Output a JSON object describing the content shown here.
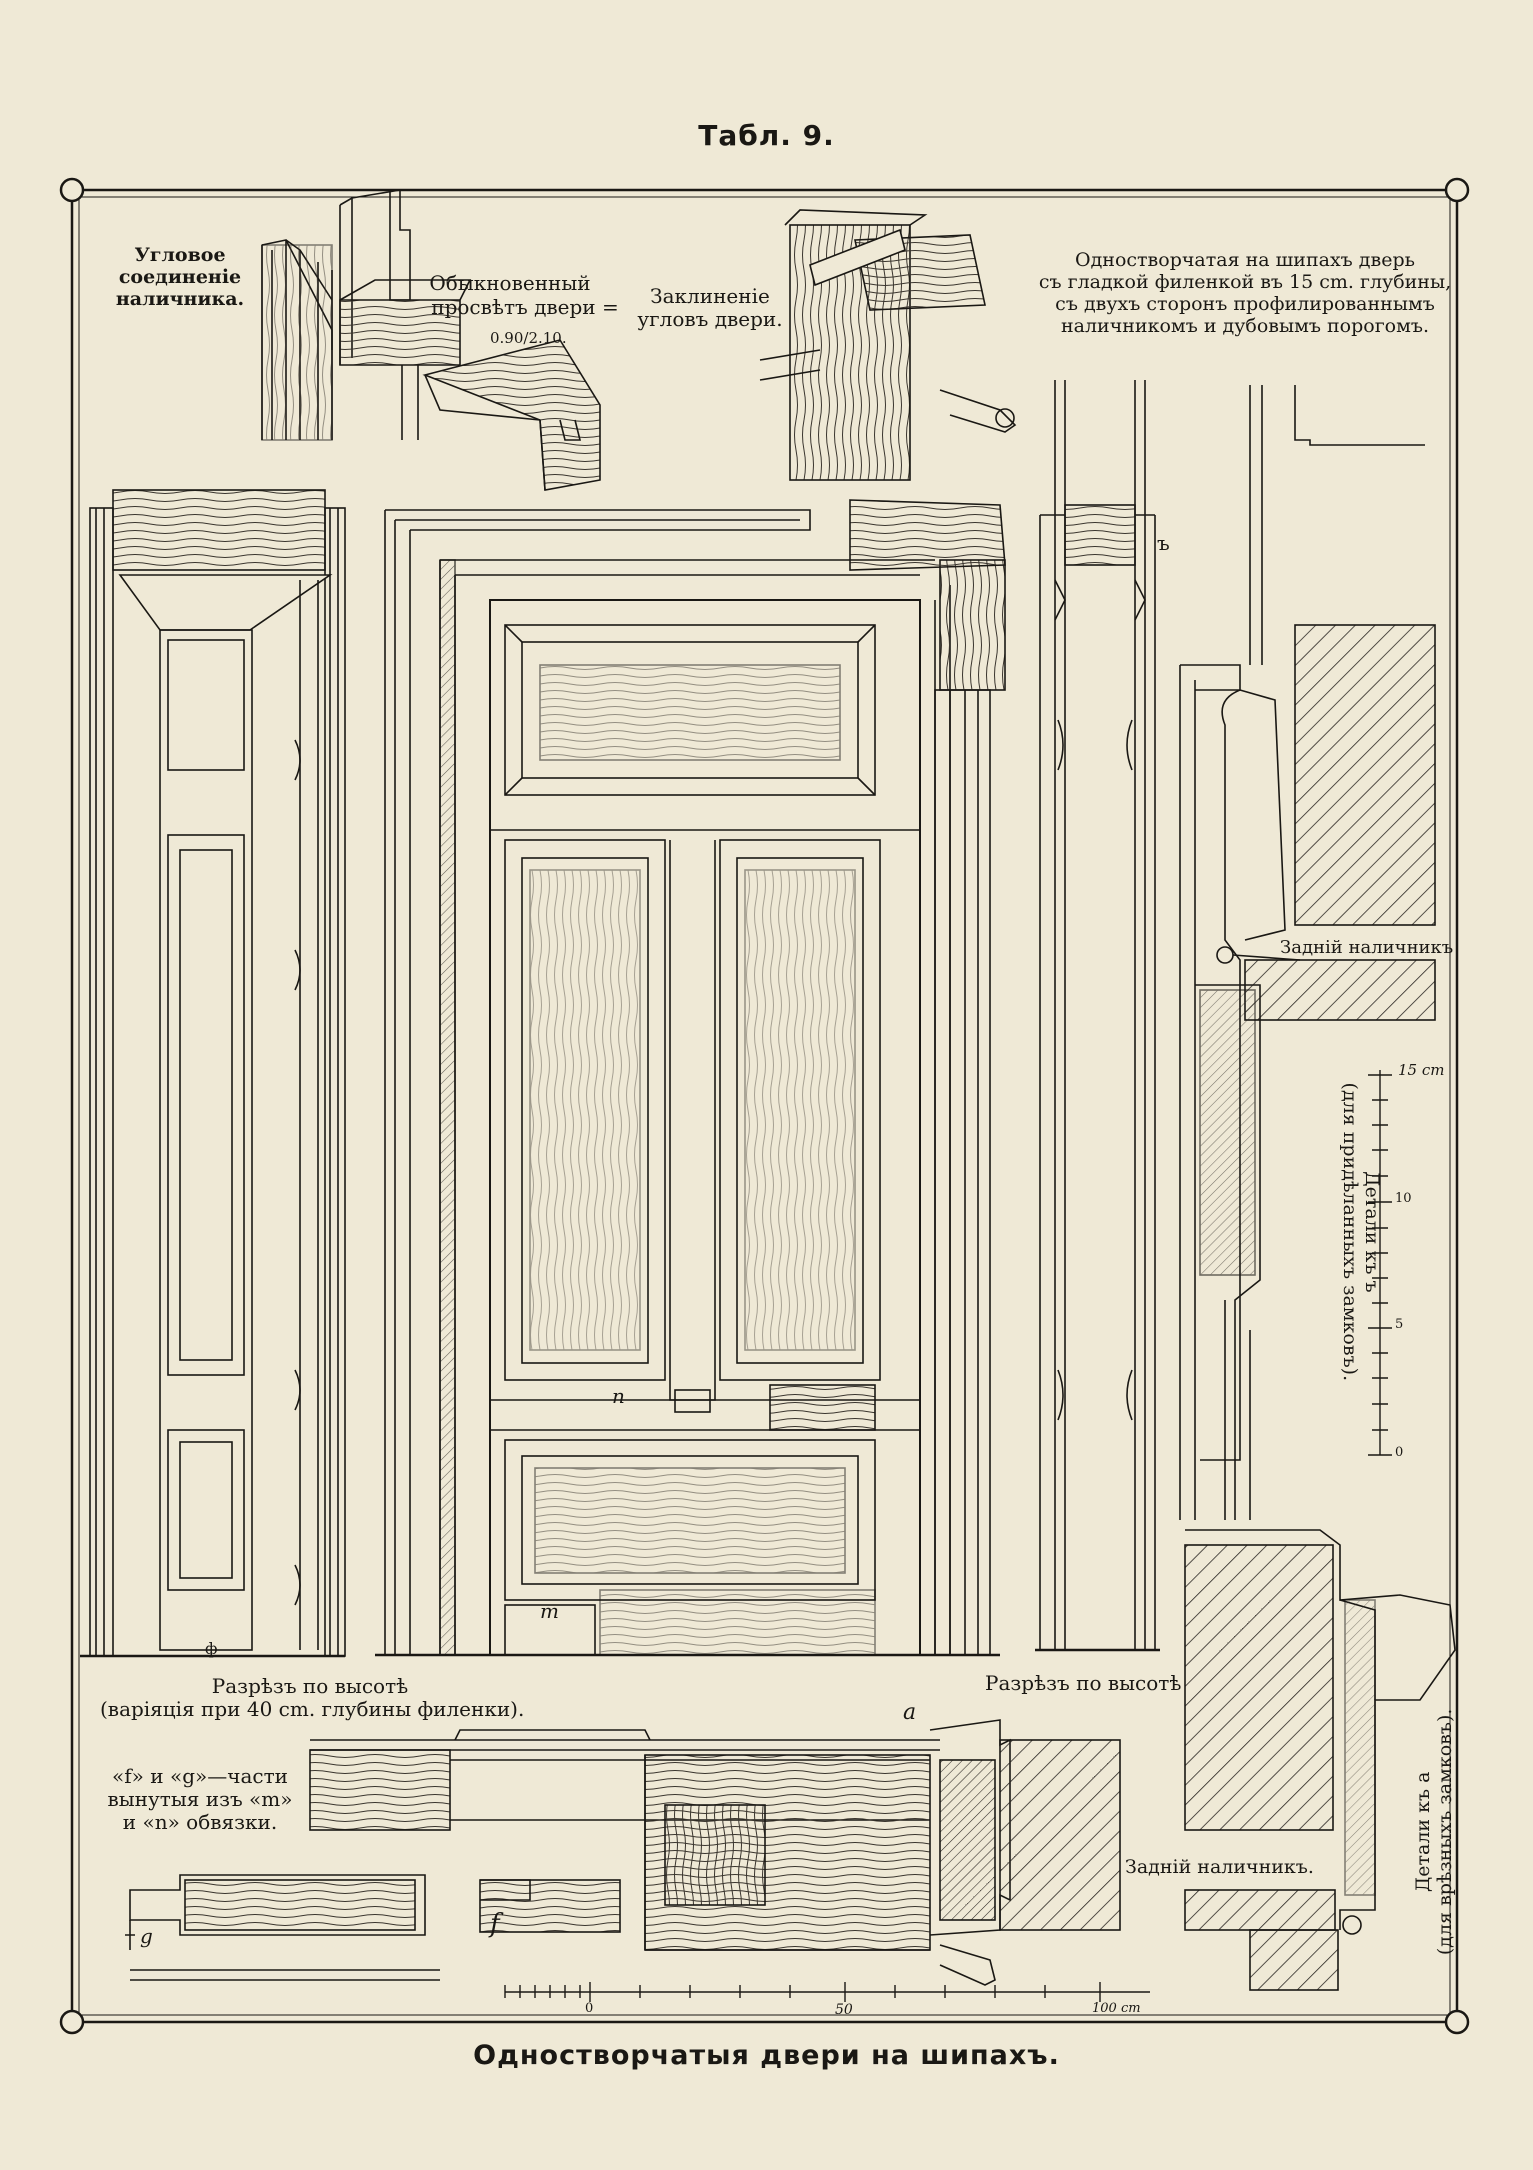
{
  "plate": {
    "title": "Табл. 9.",
    "caption": "Одностворчатыя двери на шипахъ."
  },
  "labels": {
    "corner_joint": "Угловое\nсоединеніе\nналичника.",
    "door_opening_line1": "Обыкновенный",
    "door_opening_line2": "просвѣтъ двери =",
    "door_opening_dims": "0.90/2.10.",
    "wedging": "Заклиненіе\nугловъ двери.",
    "main_description": "Одностворчатая на шипахъ дверь\nсъ гладкой филенкой въ 15 cm. глубины,\nсъ двухъ сторонъ профилированнымъ\nналичникомъ и дубовымъ порогомъ.",
    "section_left": "Разрѣзъ по высотѣ\n(варіяція при 40 cm. глубины филенки).",
    "section_right": "Разрѣзъ по высотѣ",
    "parts_note": "«f» и «g»—части\nвынутыя изъ «m»\nи «n» обвязки.",
    "back_casing_upper": "Задній наличникъ",
    "back_casing_lower": "Задній наличникъ.",
    "details_b": "Детали къ ъ\n(для придѣланныхъ замковъ).",
    "details_a": "Детали къ a\n(для врѣзныхъ замковъ)."
  },
  "letters": {
    "n": "n",
    "m": "m",
    "a": "a",
    "b": "ъ",
    "f": "f",
    "g": "g",
    "phi": "ф"
  },
  "scales": {
    "detail_scale": [
      "15 cm",
      "10",
      "5",
      "0"
    ],
    "main_scale": [
      "0",
      "50",
      "100 cm"
    ]
  }
}
